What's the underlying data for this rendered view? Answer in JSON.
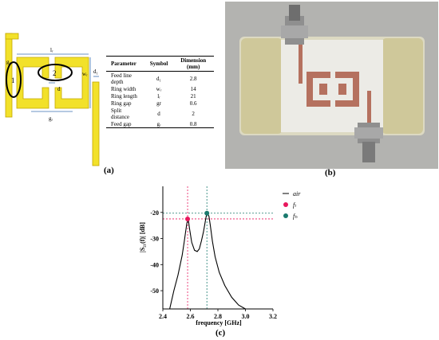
{
  "panel_a": {
    "caption": "(a)",
    "diagram_labels": {
      "feed_depth": "d₁",
      "gap": "gᵣ",
      "length": "lᵣ",
      "width": "wᵣ",
      "split": "d",
      "feed_gap": "gᵣ",
      "ellipse_1": "1",
      "ellipse_2": "2"
    },
    "table": {
      "headers": [
        "Parameter",
        "Symbol",
        "Dimension (mm)"
      ],
      "rows": [
        [
          "Feed line depth",
          "d₁",
          "2.8"
        ],
        [
          "Ring width",
          "wᵣ",
          "14"
        ],
        [
          "Ring length",
          "lᵣ",
          "21"
        ],
        [
          "Ring gap",
          "gr",
          "0.6"
        ],
        [
          "Split distance",
          "d",
          "2"
        ],
        [
          "Feed gap",
          "gᵣ",
          "0.8"
        ]
      ]
    }
  },
  "panel_b": {
    "caption": "(b)"
  },
  "panel_c": {
    "caption": "(c)",
    "colors": {
      "curve": "#000000",
      "fl": "#e8175d",
      "fh": "#1a7a6e",
      "grid": "#aaaaaa"
    },
    "chart_data": {
      "type": "line",
      "xlabel": "frequency [GHz]",
      "ylabel": "|S₂₁(f)| [dB]",
      "xlim": [
        2.4,
        3.2
      ],
      "ylim": [
        -57,
        -10
      ],
      "x_ticks": [
        "2.4",
        "2.6",
        "2.8",
        "3.0",
        "3.2"
      ],
      "x_tick_values": [
        2.4,
        2.6,
        2.8,
        3.0,
        3.2
      ],
      "y_ticks": [
        "-20",
        "-30",
        "-40",
        "-50"
      ],
      "y_tick_values": [
        -20,
        -30,
        -40,
        -50
      ],
      "series": [
        {
          "name": "air",
          "x": [
            2.45,
            2.48,
            2.51,
            2.54,
            2.555,
            2.565,
            2.575,
            2.585,
            2.595,
            2.61,
            2.63,
            2.65,
            2.665,
            2.68,
            2.695,
            2.705,
            2.715,
            2.725,
            2.735,
            2.745,
            2.76,
            2.78,
            2.81,
            2.85,
            2.9,
            2.95,
            3.0
          ],
          "y": [
            -57,
            -50,
            -44,
            -36.5,
            -31.5,
            -27.5,
            -24,
            -22.8,
            -26.5,
            -31.5,
            -34.5,
            -35,
            -34,
            -31,
            -27.5,
            -24.5,
            -21.5,
            -20.3,
            -21.5,
            -25,
            -31,
            -37,
            -43,
            -48,
            -52.5,
            -55.5,
            -57
          ]
        }
      ],
      "markers": [
        {
          "name": "fₗ",
          "x": 2.58,
          "y": -22.5
        },
        {
          "name": "fₕ",
          "x": 2.72,
          "y": -20.3
        }
      ],
      "legend": [
        "air",
        "fₗ",
        "fₕ"
      ],
      "legend_position": "right",
      "grid": false
    }
  }
}
